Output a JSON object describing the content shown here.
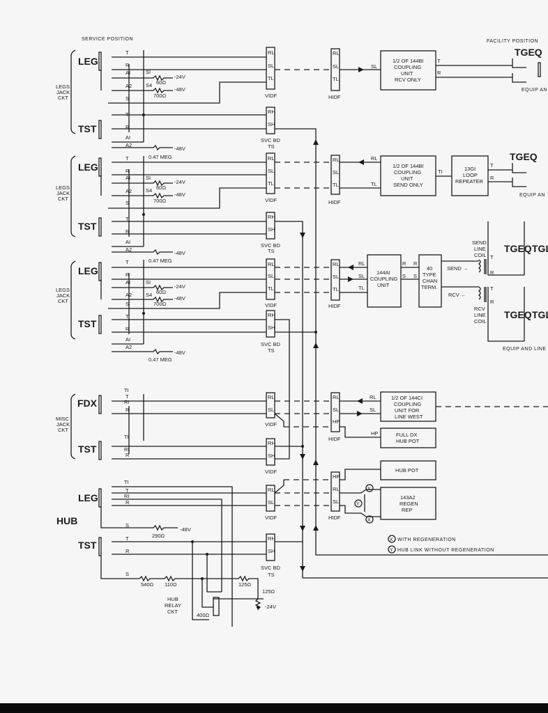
{
  "title": {
    "service_position": "SERVICE POSITION",
    "facility_position": "FACILITY POSITION"
  },
  "jack_groups": [
    {
      "label": [
        "LEGS",
        "JACK",
        "CKT"
      ],
      "jacks": [
        "LEG",
        "TST"
      ]
    },
    {
      "label": [
        "LEGS",
        "JACK",
        "CKT"
      ],
      "jacks": [
        "LEG",
        "TST"
      ]
    },
    {
      "label": [
        "LEGS",
        "JACK",
        "CKT"
      ],
      "jacks": [
        "LEG",
        "TST"
      ]
    },
    {
      "label": [
        "MISC",
        "JACK",
        "CKT"
      ],
      "jacks": [
        "FDX",
        "TST"
      ]
    },
    {
      "label": [
        "HUB"
      ],
      "jacks": [
        "LEG",
        "TST"
      ]
    }
  ],
  "contacts": {
    "T": "T",
    "R": "R",
    "A1": "AI",
    "A2": "A2",
    "S": "S",
    "T1": "TI",
    "R1": "RI",
    "S1": "SI",
    "S4": "S4"
  },
  "resistors": {
    "r60": "60Ω",
    "r700": "700Ω",
    "r047": "0.47 MEG",
    "r290": "290Ω",
    "r540": "540Ω",
    "r110": "110Ω",
    "r125a": "125Ω",
    "r125b": "125Ω",
    "r400": "400Ω"
  },
  "voltages": {
    "m24": "-24V",
    "m48": "-48V"
  },
  "frames": {
    "vidf": "VIDF",
    "hidf": "HIDF",
    "svc_bd": "SVC BD",
    "ts": "TS",
    "RL": "RL",
    "SL": "SL",
    "TL": "TL",
    "RH": "RH",
    "SH": "SH",
    "HP": "HP"
  },
  "boxes": {
    "b1": [
      "1/2 OF 144BI",
      "COUPLING",
      "UNIT",
      "RCV ONLY"
    ],
    "b2": [
      "1/2 OF 144BI",
      "COUPLING",
      "UNIT",
      "SEND ONLY"
    ],
    "b3": [
      "13GI",
      "LOOP",
      "REPEATER"
    ],
    "b4": [
      "144AI",
      "COUPLING",
      "UNIT"
    ],
    "b5": [
      "40",
      "TYPE",
      "CHAN",
      "TERM."
    ],
    "b6": [
      "1/2 OF 144CI",
      "COUPLING",
      "UNIT FOR",
      "LINE WEST"
    ],
    "b7": [
      "FULL DX",
      "HUB POT"
    ],
    "b8": [
      "HUB POT"
    ],
    "b9": [
      "143A2",
      "REGEN",
      "REP"
    ]
  },
  "signals": {
    "send": "SEND →",
    "rcv": "RCV ←",
    "send_coil": [
      "SEND",
      "LINE",
      "COIL"
    ],
    "rcv_coil": [
      "RCV",
      "LINE",
      "COIL"
    ]
  },
  "facility": {
    "tgeq": "TGEQ",
    "tgl": "TGL",
    "equip": "EQUIP AN",
    "equip_line": "EQUIP AND LINE"
  },
  "hub_relay": [
    "HUB",
    "RELAY",
    "CKT"
  ],
  "legend": {
    "x_symbol": "X",
    "x_text": "WITH REGENERATION",
    "y_symbol": "Y",
    "y_text": "HUB LINK WITHOUT REGENERATION"
  }
}
